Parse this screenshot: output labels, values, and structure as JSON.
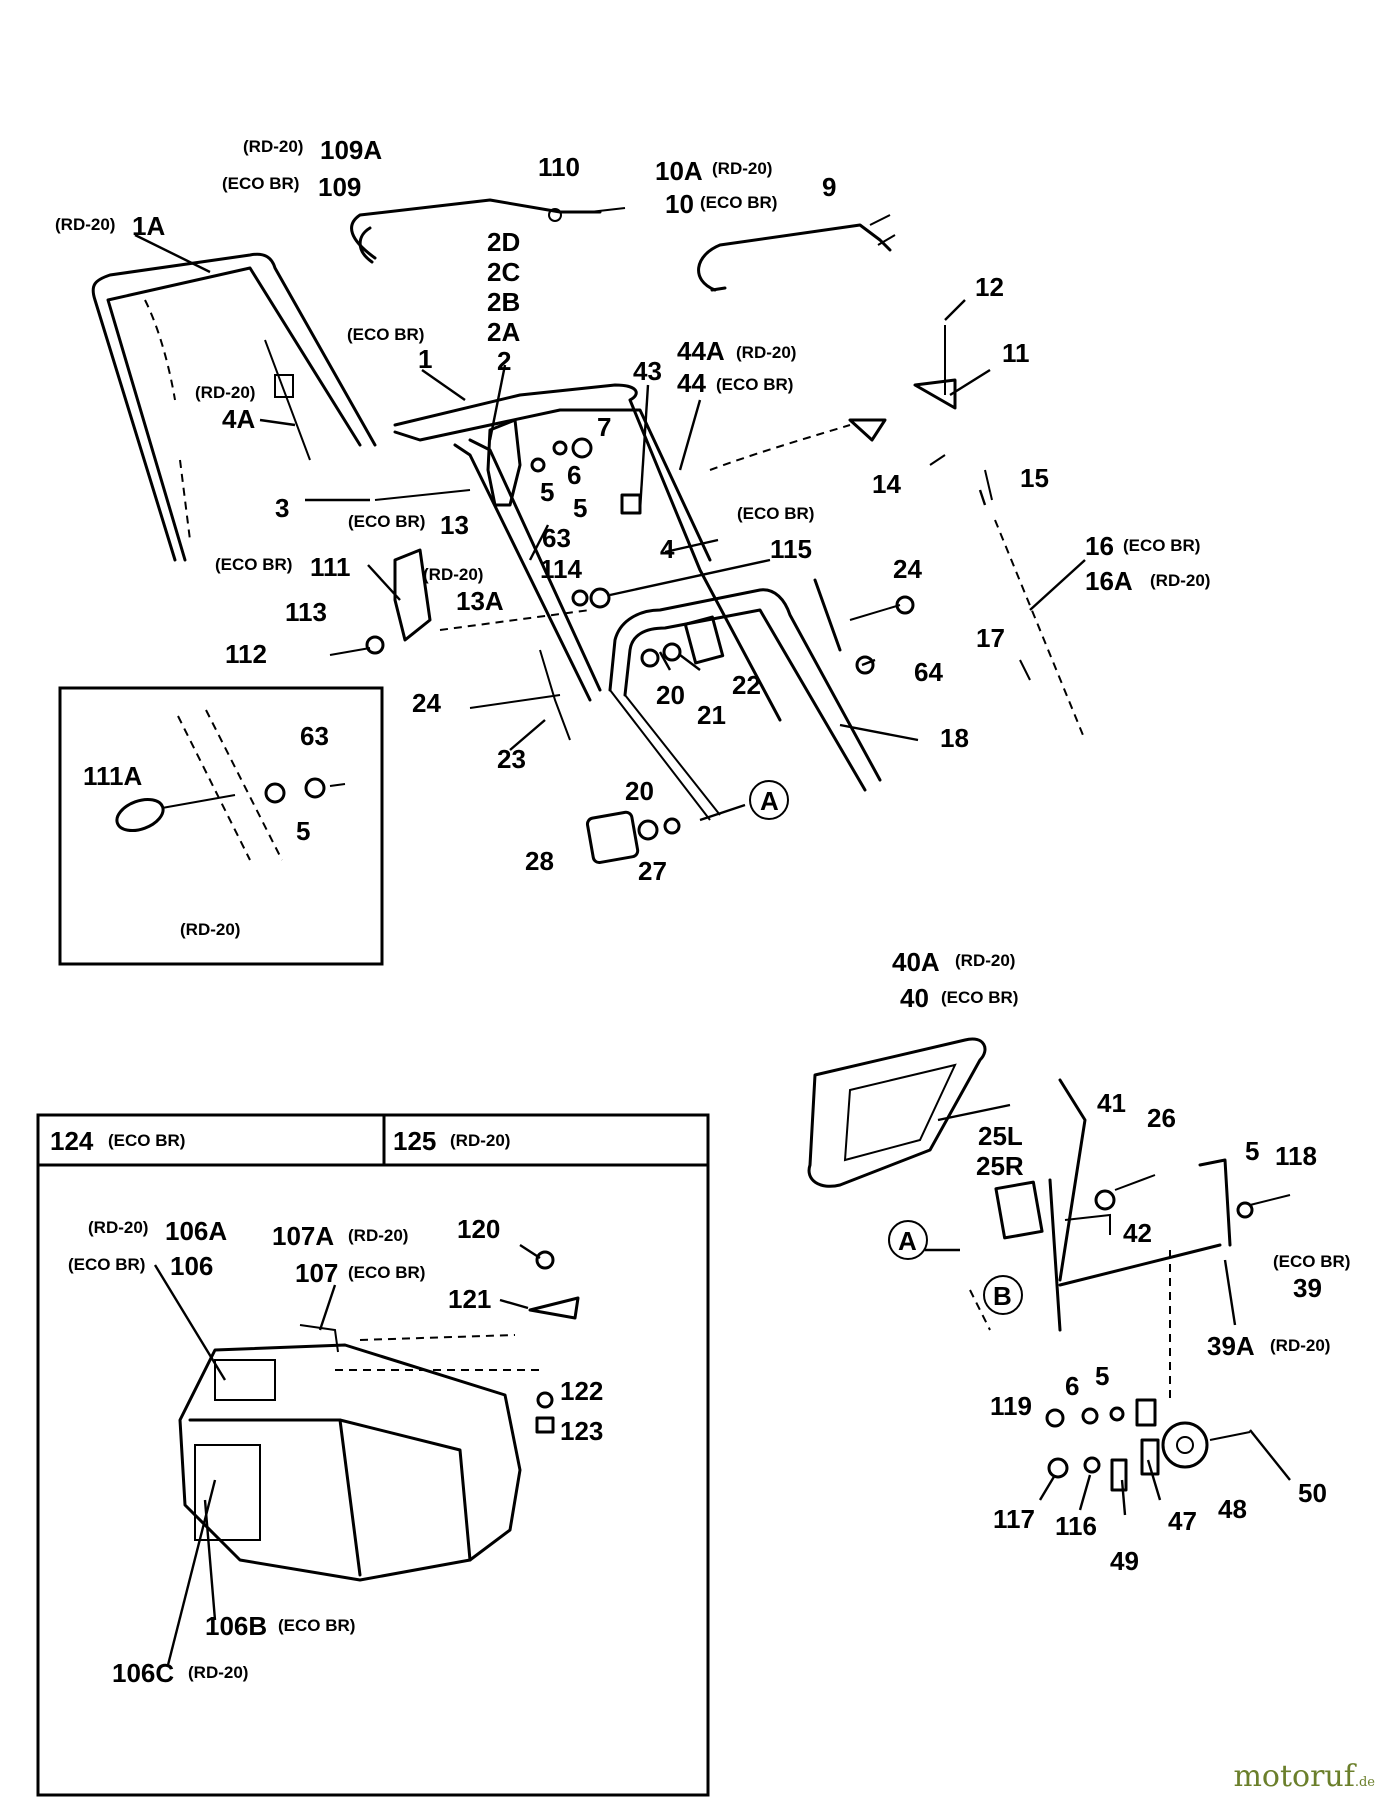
{
  "labels": {
    "l109A_tag": "(RD-20)",
    "l109A": "109A",
    "l109_tag": "(ECO BR)",
    "l109": "109",
    "l110": "110",
    "l10A": "10A",
    "l10A_tag": "(RD-20)",
    "l10": "10",
    "l10_tag": "(ECO BR)",
    "l9": "9",
    "l1A_tag": "(RD-20)",
    "l1A": "1A",
    "l2D": "2D",
    "l2C": "2C",
    "l2B": "2B",
    "l2A": "2A",
    "l2": "2",
    "l1_tag": "(ECO BR)",
    "l1": "1",
    "l44A": "44A",
    "l44A_tag": "(RD-20)",
    "l44": "44",
    "l44_tag": "(ECO BR)",
    "l43": "43",
    "l12": "12",
    "l11": "11",
    "l4A_tag": "(RD-20)",
    "l4A": "4A",
    "l7": "7",
    "l6": "6",
    "l5a": "5",
    "l5b": "5",
    "l3": "3",
    "l14": "14",
    "l15": "15",
    "l13_tag": "(ECO BR)",
    "l13": "13",
    "l63": "63",
    "l4_tag": "(ECO BR)",
    "l4": "4",
    "l115": "115",
    "l16": "16",
    "l16_tag": "(ECO BR)",
    "l16A": "16A",
    "l16A_tag": "(RD-20)",
    "l111_tag": "(ECO BR)",
    "l111": "111",
    "l13A_tag": "(RD-20)",
    "l13A": "13A",
    "l114": "114",
    "l24a": "24",
    "l113": "113",
    "l112": "112",
    "l17": "17",
    "l64": "64",
    "l22": "22",
    "l20a": "20",
    "l21": "21",
    "l24b": "24",
    "l18": "18",
    "l23": "23",
    "l63i": "63",
    "l111A": "111A",
    "l5i": "5",
    "inset_tag": "(RD-20)",
    "l20b": "20",
    "circleA1": "A",
    "l28": "28",
    "l27": "27",
    "l40A": "40A",
    "l40A_tag": "(RD-20)",
    "l40": "40",
    "l40_tag": "(ECO BR)",
    "l41": "41",
    "l26": "26",
    "l25L": "25L",
    "l25R": "25R",
    "l5c": "5",
    "l118": "118",
    "circleA2": "A",
    "l42": "42",
    "l39_tag": "(ECO BR)",
    "l39": "39",
    "circleB": "B",
    "l39A": "39A",
    "l39A_tag": "(RD-20)",
    "l6b": "6",
    "l5d": "5",
    "l119": "119",
    "l50": "50",
    "l48": "48",
    "l47": "47",
    "l117": "117",
    "l116": "116",
    "l49": "49",
    "t124": "124",
    "t124_tag": "(ECO BR)",
    "t125": "125",
    "t125_tag": "(RD-20)",
    "l106A_tag": "(RD-20)",
    "l106A": "106A",
    "l106_tag": "(ECO BR)",
    "l106": "106",
    "l107A": "107A",
    "l107A_tag": "(RD-20)",
    "l107": "107",
    "l107_tag": "(ECO BR)",
    "l120": "120",
    "l121": "121",
    "l122": "122",
    "l123": "123",
    "l106B": "106B",
    "l106B_tag": "(ECO BR)",
    "l106C": "106C",
    "l106C_tag": "(RD-20)"
  },
  "watermark": {
    "brand": "motoruf",
    "tld": ".de"
  }
}
